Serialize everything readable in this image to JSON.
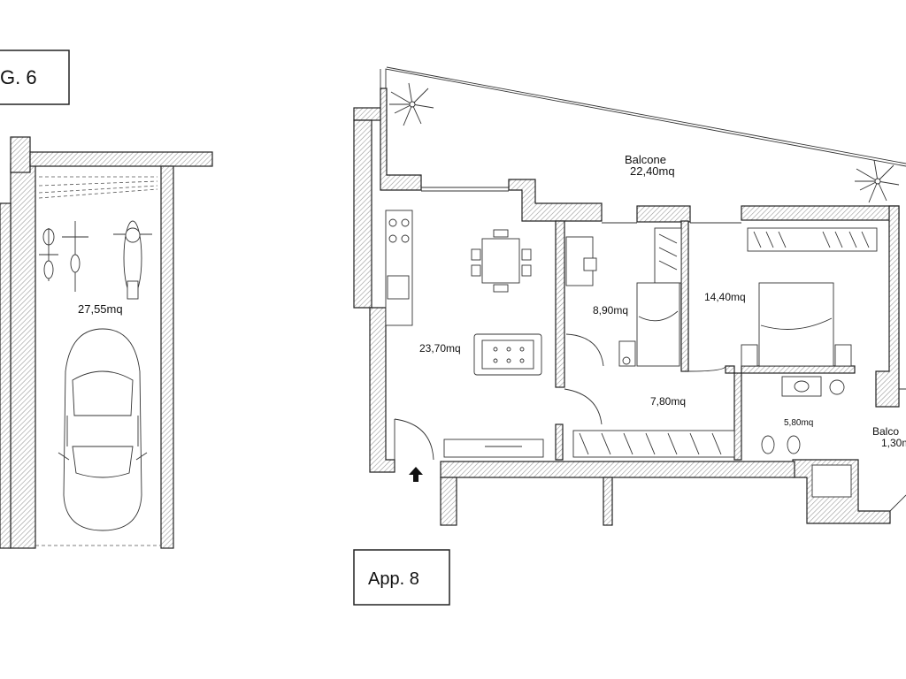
{
  "garage": {
    "label": "G. 6",
    "area": "27,55mq"
  },
  "apartment": {
    "label": "App. 8",
    "rooms": {
      "balcone_main": {
        "name": "Balcone",
        "area": "22,40mq"
      },
      "living": {
        "area": "23,70mq"
      },
      "bedroom_small": {
        "area": "8,90mq"
      },
      "bedroom_main": {
        "area": "14,40mq"
      },
      "hall": {
        "area": "7,80mq"
      },
      "bath": {
        "area": "5,80mq"
      },
      "balcone_small": {
        "name": "Balco",
        "area": "1,30m"
      }
    }
  },
  "colors": {
    "wall_hatch": "#9a9a9a",
    "line": "#222222",
    "background": "#ffffff"
  }
}
